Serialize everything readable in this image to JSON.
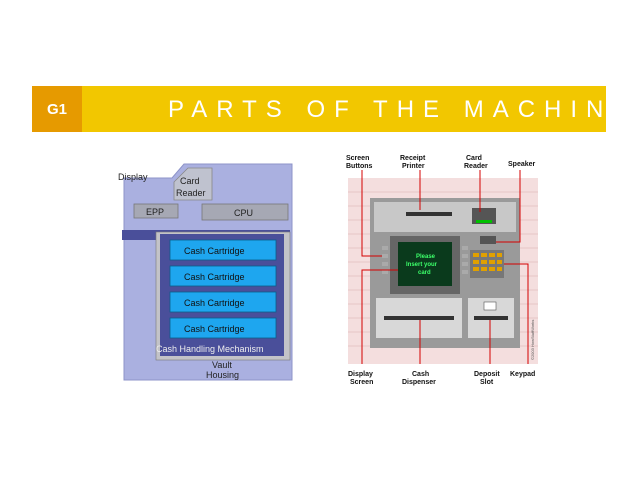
{
  "header": {
    "badge": "G1",
    "title": "PARTS OF THE MACHINE"
  },
  "left_diagram": {
    "display_label": "Display",
    "card_reader_label_1": "Card",
    "card_reader_label_2": "Reader",
    "epp_label": "EPP",
    "cpu_label": "CPU",
    "cartridges": [
      "Cash Cartridge",
      "Cash Cartridge",
      "Cash Cartridge",
      "Cash Cartridge"
    ],
    "mechanism_label": "Cash Handling Mechanism",
    "vault_label": "Vault",
    "housing_label": "Housing"
  },
  "right_diagram": {
    "screen_buttons_1": "Screen",
    "screen_buttons_2": "Buttons",
    "receipt_printer_1": "Receipt",
    "receipt_printer_2": "Printer",
    "card_reader_1": "Card",
    "card_reader_2": "Reader",
    "speaker": "Speaker",
    "screen_text_1": "Please",
    "screen_text_2": "Insert your",
    "screen_text_3": "card",
    "display_screen_1": "Display",
    "display_screen_2": "Screen",
    "cash_dispenser_1": "Cash",
    "cash_dispenser_2": "Dispenser",
    "deposit_slot_1": "Deposit",
    "deposit_slot_2": "Slot",
    "keypad": "Keypad",
    "copyright": "©2003 HowStuffWorks"
  },
  "colors": {
    "banner": "#f2c700",
    "badge": "#e69a00",
    "cartridge": "#1ea6ef",
    "vault_panel": "#4a4f9a",
    "housing": "#aab0e0"
  }
}
